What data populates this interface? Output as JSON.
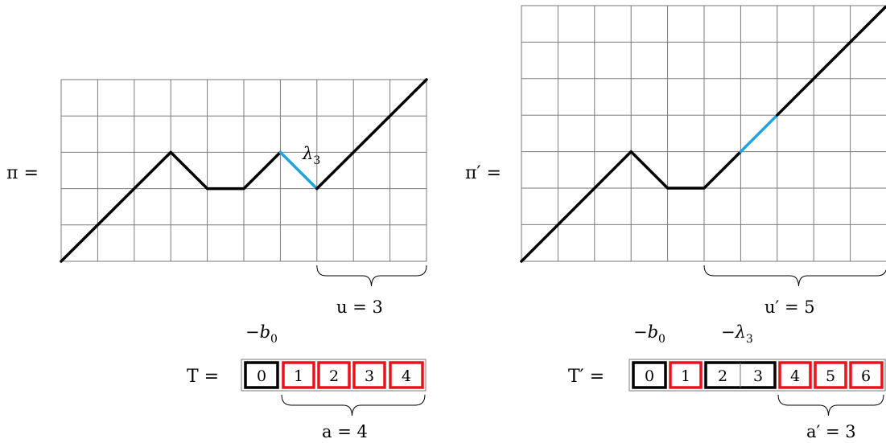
{
  "left": {
    "label": "π =",
    "path_label": "λ3",
    "path_label_main": "λ",
    "path_label_sub": "3",
    "brace_label": "u = 3",
    "tableau_label": "T =",
    "tableau_cells": [
      "0",
      "1",
      "2",
      "3",
      "4"
    ],
    "above_labels": [
      "−b0"
    ],
    "above_main": "−b",
    "above_sub": "0",
    "tableau_brace_label": "a = 4"
  },
  "right": {
    "label": "π′ =",
    "brace_label": "u′ = 5",
    "tableau_label": "T′ =",
    "tableau_cells": [
      "0",
      "1",
      "2",
      "3",
      "4",
      "5",
      "6"
    ],
    "above_b0_main": "−b",
    "above_b0_sub": "0",
    "above_l3_main": "−λ",
    "above_l3_sub": "3",
    "tableau_brace_label": "a′ = 3"
  },
  "colors": {
    "path": "#000000",
    "highlight": "#1fa3e0",
    "red_box": "#e8131a",
    "grid": "#7a7a7a"
  }
}
